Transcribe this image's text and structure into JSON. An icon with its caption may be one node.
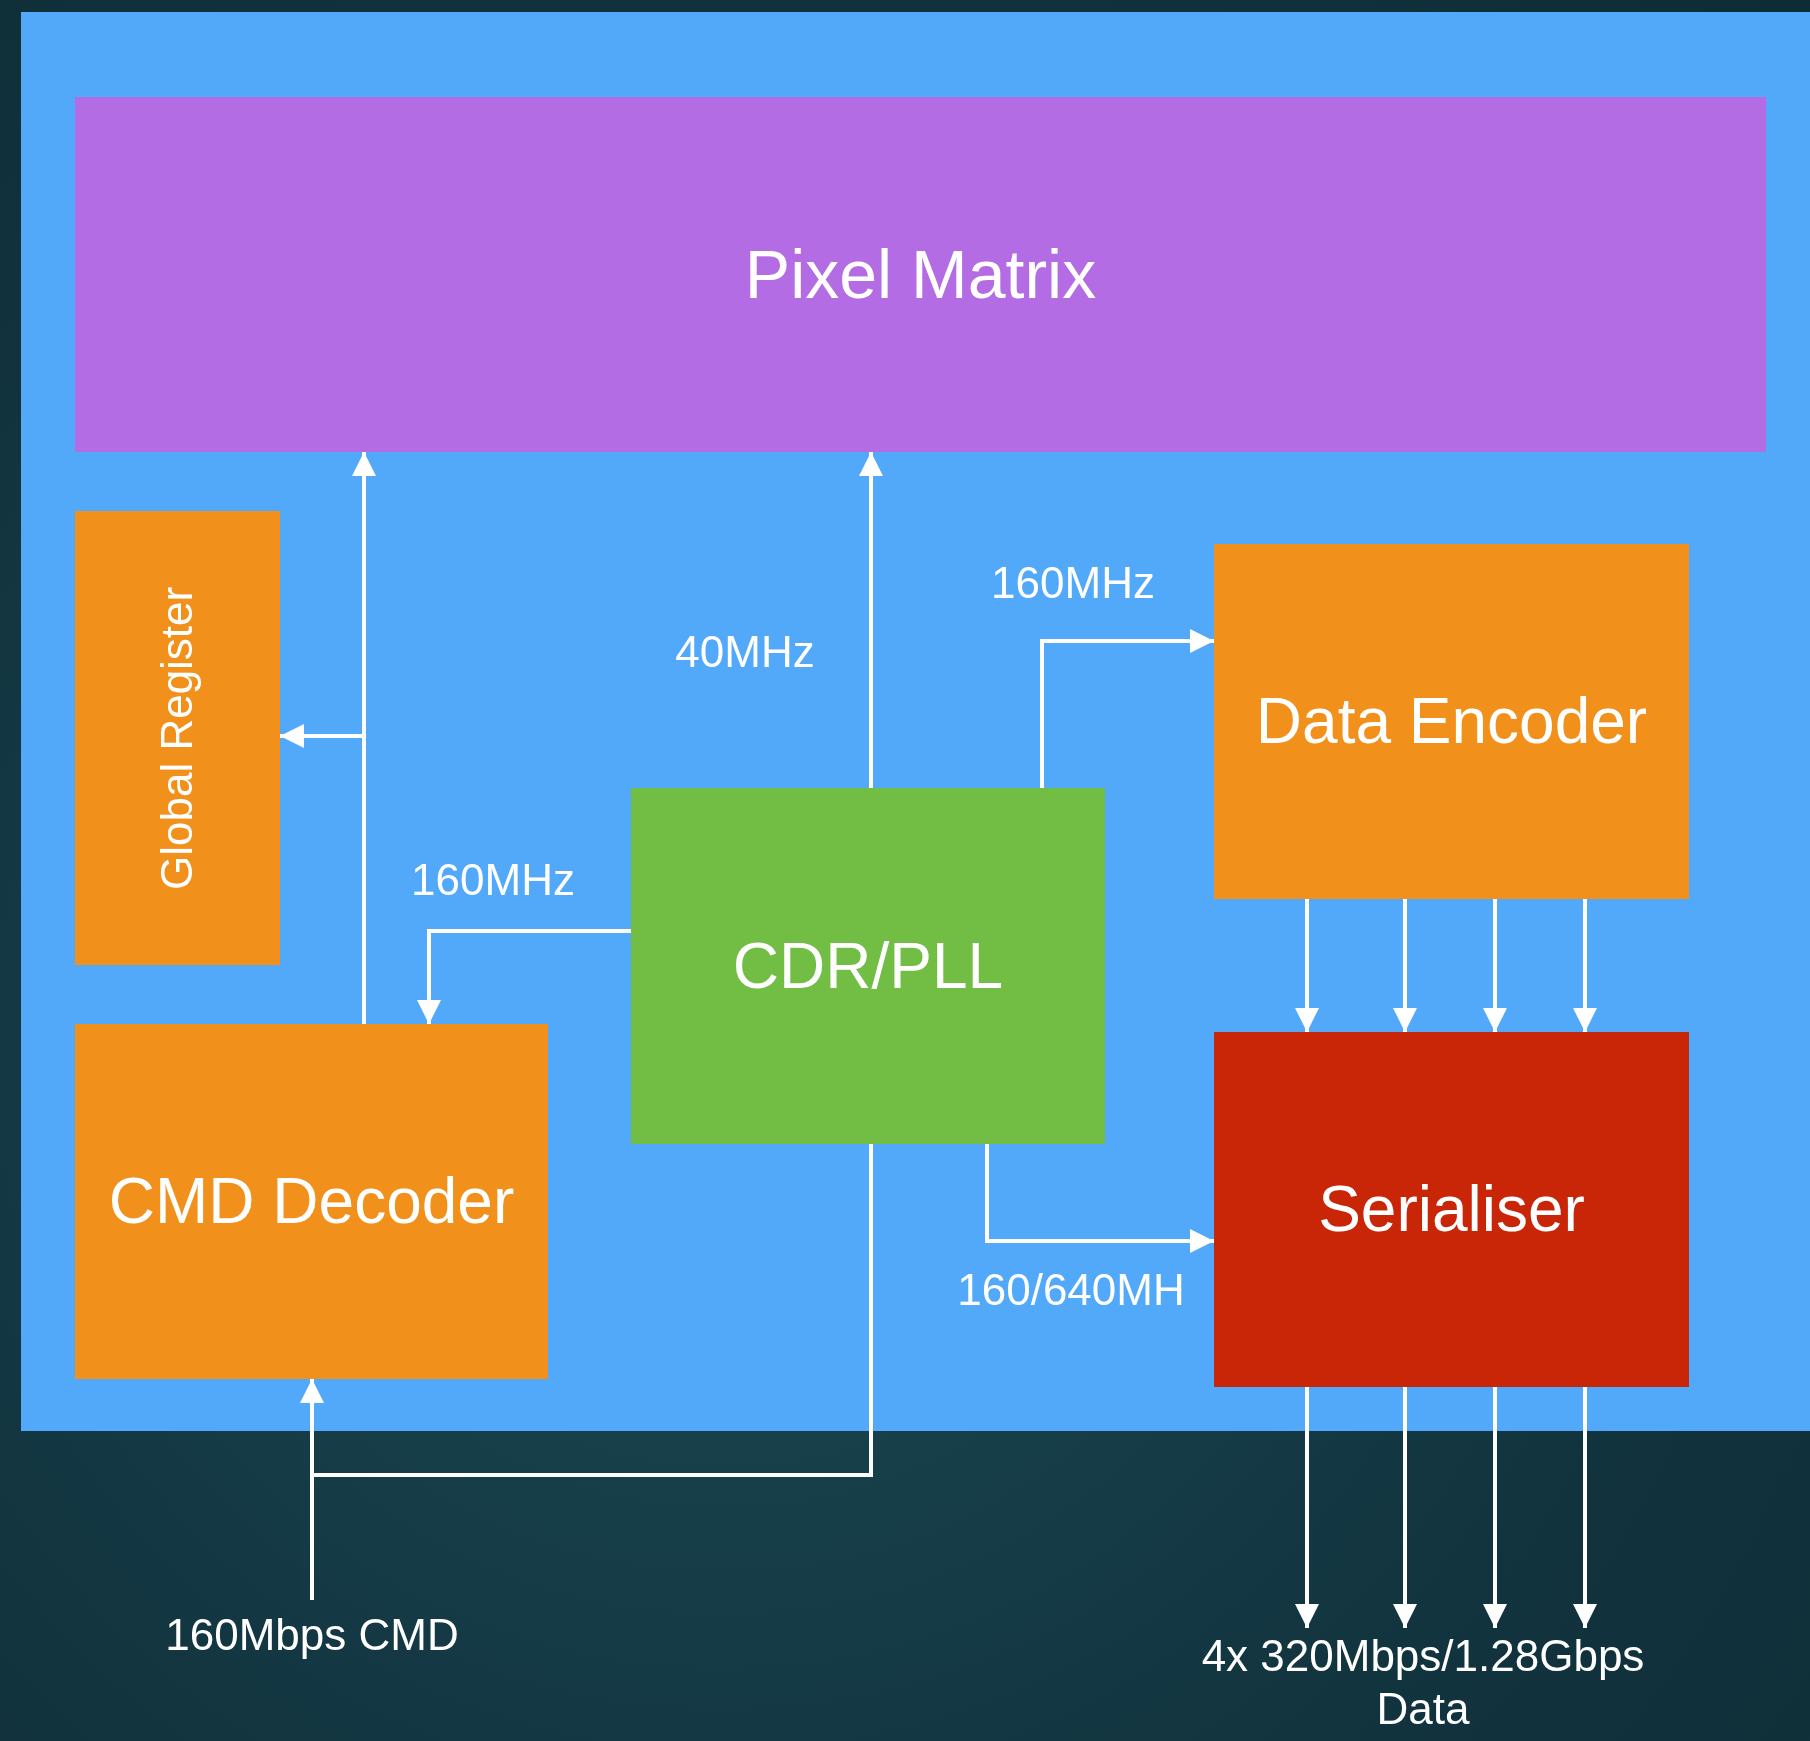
{
  "diagram": {
    "nodes": [
      {
        "text": [
          "Pixel Matrix"
        ]
      },
      {
        "text": [
          "Global Register"
        ]
      },
      {
        "text": [
          "CMD Decoder"
        ]
      },
      {
        "text": [
          "CDR/PLL"
        ]
      },
      {
        "text": [
          "Data Encoder"
        ]
      },
      {
        "text": [
          "Serialiser"
        ]
      },
      {
        "text": [
          "160Mbps CMD"
        ]
      },
      {
        "text": [
          "4x 320Mbps/1.28Gbps Data"
        ]
      }
    ],
    "edges": [
      {
        "from": 2,
        "to": 0,
        "arrow": "to"
      },
      {
        "from": 2,
        "to": 1,
        "arrow": "to"
      },
      {
        "from": 3,
        "to": 0,
        "arrow": "to",
        "label": "40MHz"
      },
      {
        "from": 3,
        "to": 4,
        "arrow": "to",
        "label": "160MHz"
      },
      {
        "from": 3,
        "to": 2,
        "arrow": "to",
        "label": "160MHz"
      },
      {
        "from": 3,
        "to": 5,
        "arrow": "to",
        "label": "160/640MH"
      },
      {
        "from": 4,
        "to": 5,
        "arrow": "to"
      },
      {
        "from": 4,
        "to": 5,
        "arrow": "to"
      },
      {
        "from": 4,
        "to": 5,
        "arrow": "to"
      },
      {
        "from": 4,
        "to": 5,
        "arrow": "to"
      },
      {
        "from": 5,
        "to": 7,
        "arrow": "to"
      },
      {
        "from": 5,
        "to": 7,
        "arrow": "to"
      },
      {
        "from": 5,
        "to": 7,
        "arrow": "to"
      },
      {
        "from": 5,
        "to": 7,
        "arrow": "to"
      },
      {
        "from": 6,
        "to": 2,
        "arrow": "to"
      },
      {
        "from": 6,
        "to": 3,
        "arrow": "none"
      }
    ]
  }
}
